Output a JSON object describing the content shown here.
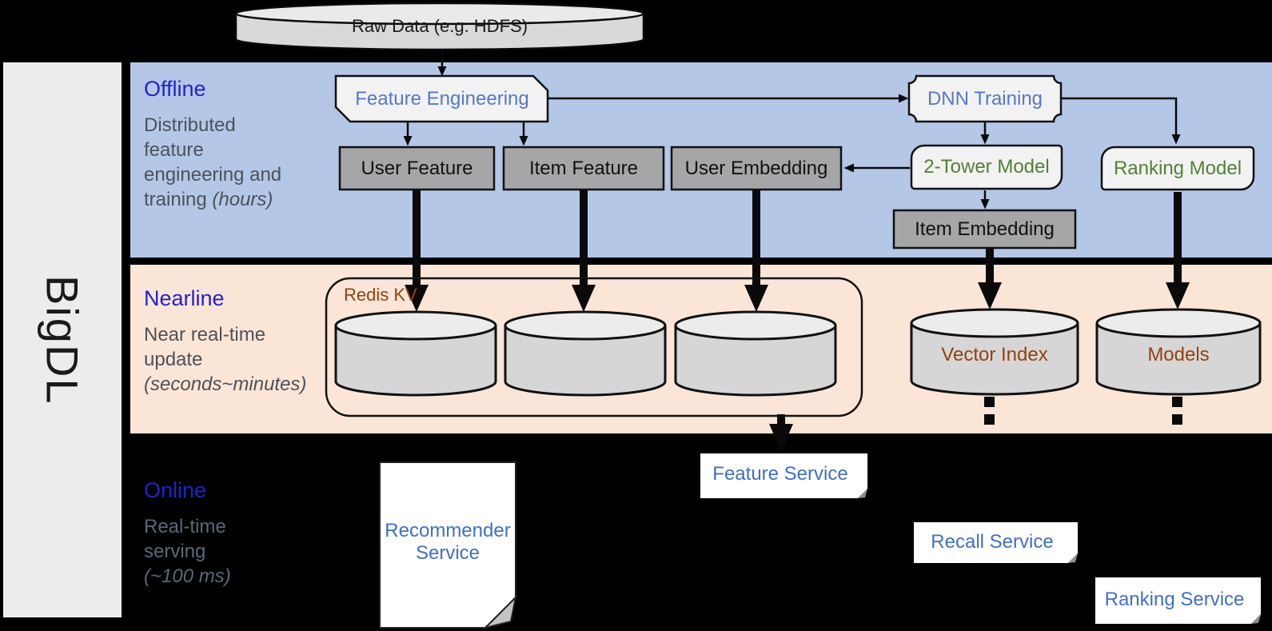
{
  "brand": {
    "name": "BigDL"
  },
  "nodes": {
    "raw_data": "Raw Data (e.g. HDFS)",
    "feature_engineering": "Feature Engineering",
    "dnn_training": "DNN Training",
    "user_feature": "User Feature",
    "item_feature": "Item Feature",
    "user_embedding": "User Embedding",
    "two_tower_model": "2-Tower Model",
    "ranking_model": "Ranking Model",
    "item_embedding": "Item Embedding",
    "redis_kv": "Redis KV",
    "vector_index": "Vector Index",
    "models": "Models",
    "recommender_line1": "Recommender",
    "recommender_line2": "Service",
    "feature_service": "Feature Service",
    "recall_service": "Recall Service",
    "ranking_service": "Ranking Service"
  },
  "sections": {
    "offline": {
      "heading": "Offline",
      "line1": "Distributed",
      "line2": "feature",
      "line3": "engineering and",
      "line4": "training ",
      "line4_italic": "(hours)"
    },
    "nearline": {
      "heading": "Nearline",
      "line1": "Near real-time",
      "line2": "update",
      "line3_italic": "(seconds~minutes)"
    },
    "online": {
      "heading": "Online",
      "line1": "Real-time",
      "line2": "serving",
      "line3_italic": "(~100 ms)"
    }
  },
  "colors": {
    "offline_band": "#b4c7e7",
    "nearline_band": "#fbe5d6",
    "online_background": "#000000",
    "heading_blue": "#2222cc",
    "node_blue": "#5379cc",
    "service_blue": "#3f6fc9",
    "model_green": "#538135",
    "storage_brown": "#94420f",
    "gray_box": "#a6a6a6",
    "light_box": "#f2f2f2"
  }
}
